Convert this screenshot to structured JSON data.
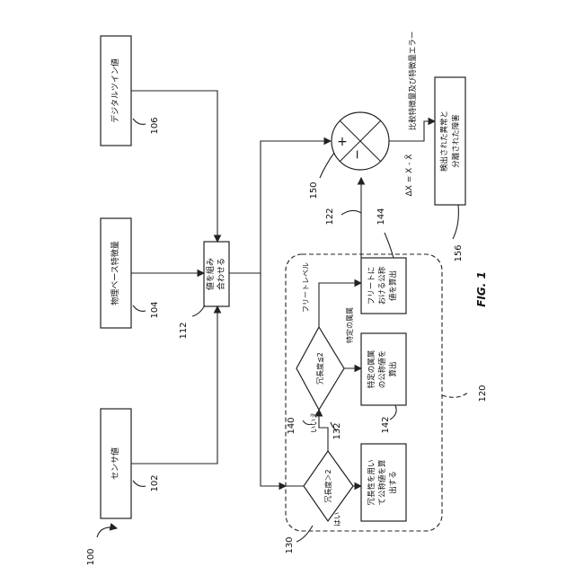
{
  "boxes": {
    "digital_twin": "デジタルツイン値",
    "physics_feature": "物理ベース特徴量",
    "sensor": "センサ値",
    "combine_line1": "値を組み",
    "combine_line2": "合わせる",
    "redundancy_calc_line1": "冗長性を用い",
    "redundancy_calc_line2": "て公称値を算",
    "redundancy_calc_line3": "出する",
    "fleet_calc_line1": "フリートに",
    "fleet_calc_line2": "おける公称",
    "fleet_calc_line3": "値を算出",
    "attribute_calc_line1": "特定の属属",
    "attribute_calc_line2": "の公称値を",
    "attribute_calc_line3": "算出",
    "output_line1": "検出された異常と",
    "output_line2": "分離された障害"
  },
  "decisions": {
    "redundancy_gt2": "冗長度＞2",
    "redundancy_le2": "冗長度≦2"
  },
  "edge_labels": {
    "yes": "はい",
    "no": "いいえ",
    "fleet_level": "フリートレベル",
    "specific_attr": "特定の属属",
    "compare_error": "比較特徴量及び特徴量エラー",
    "delta_formula": "ΔX = X - X̂"
  },
  "refs": {
    "r100": "100",
    "r102": "102",
    "r104": "104",
    "r106": "106",
    "r112": "112",
    "r120": "120",
    "r122": "122",
    "r130": "130",
    "r132": "132",
    "r140": "140",
    "r142": "142",
    "r144": "144",
    "r150": "150",
    "r156": "156"
  },
  "summing": {
    "plus": "+",
    "minus": "−"
  },
  "figure_label": "FIG. 1"
}
